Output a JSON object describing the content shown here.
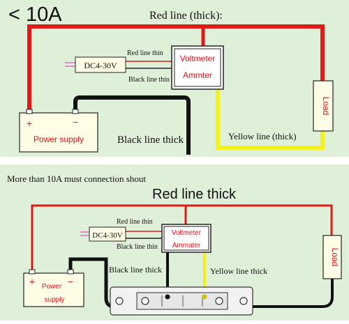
{
  "top": {
    "heading": "< 10A",
    "red_thick_label": "Red line (thick):",
    "red_thin_label": "Red line thin",
    "black_thin_label": "Black line thin",
    "dc_label": "DC4-30V",
    "meter_voltmeter": "Voltmeter",
    "meter_ammeter": "Ammter",
    "load_label": "Load",
    "plus_label": "+",
    "minus_label": "−",
    "power_label": "Power supply",
    "black_thick_label": "Black line thick",
    "yellow_thick_label": "Yellow line (thick)"
  },
  "bottom": {
    "heading": "More than 10A must connection shout",
    "red_thick_label": "Red line thick",
    "red_thin_label": "Red line thin",
    "black_thin_label": "Black line thin",
    "dc_label": "DC4-30V",
    "meter_voltmeter": "Voltmeter",
    "meter_ammeter": "Ammater",
    "load_label": "Load",
    "plus_label": "+",
    "minus_label": "−",
    "power_label_1": "Power",
    "power_label_2": "supply",
    "black_thick_label": "Black line thick",
    "yellow_thick_label": "Yellow line thick"
  },
  "colors": {
    "panel_bg": "#dff0d8",
    "red_wire": "#e11919",
    "black_wire": "#111111",
    "yellow_wire": "#f3f01c",
    "label_red": "#e0161c",
    "box_fill": "#fffde6"
  }
}
